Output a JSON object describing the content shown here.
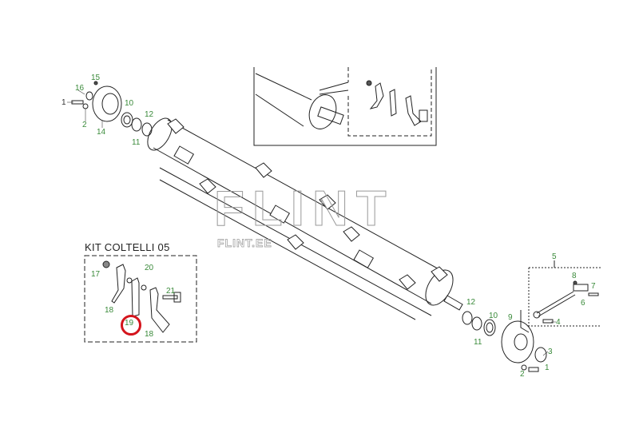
{
  "diagram": {
    "title": "KIT COLTELLI 05",
    "watermark": {
      "main": "FLINT",
      "sub": "FLINT.EE"
    },
    "highlighted_part": "19",
    "highlight_color": "#d4141c",
    "label_color": "#3a8a3a",
    "left_bearing_labels": [
      "1",
      "2",
      "14",
      "15",
      "16",
      "10",
      "11",
      "12"
    ],
    "right_bearing_labels": [
      "12",
      "11",
      "10",
      "9",
      "3",
      "1",
      "2"
    ],
    "linkage_labels": [
      "5",
      "8",
      "7",
      "6",
      "4"
    ],
    "kit_labels": [
      "17",
      "20",
      "21",
      "18",
      "19",
      "18"
    ]
  },
  "labels": {
    "l1a": "1",
    "l2a": "2",
    "l14": "14",
    "l15": "15",
    "l16": "16",
    "l10a": "10",
    "l11a": "11",
    "l12a": "12",
    "l12b": "12",
    "l11b": "11",
    "l10b": "10",
    "l9": "9",
    "l3": "3",
    "l1b": "1",
    "l2b": "2",
    "l5": "5",
    "l8": "8",
    "l7": "7",
    "l6": "6",
    "l4": "4",
    "l17": "17",
    "l20": "20",
    "l21": "21",
    "l18a": "18",
    "l19": "19",
    "l18b": "18"
  }
}
